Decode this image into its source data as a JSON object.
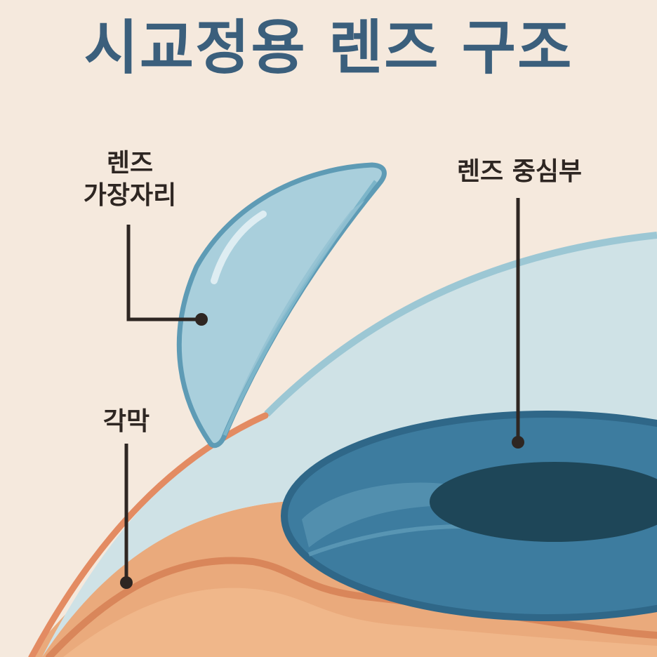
{
  "title": "시교정용 렌즈 구조",
  "labels": {
    "lens_edge_line1": "렌즈",
    "lens_edge_line2": "가장자리",
    "lens_center": "렌즈 중심부",
    "cornea": "각막"
  },
  "colors": {
    "background": "#f5e9dd",
    "title": "#3b5f7c",
    "label_text": "#2e2622",
    "lens_fill": "#a9cfdc",
    "lens_stroke": "#5e9bb5",
    "cornea_fill": "#cfe2e6",
    "iris": "#3d7c9f",
    "pupil": "#1e4658",
    "skin": "#eaaa7c",
    "skin_dark": "#d9865a"
  }
}
